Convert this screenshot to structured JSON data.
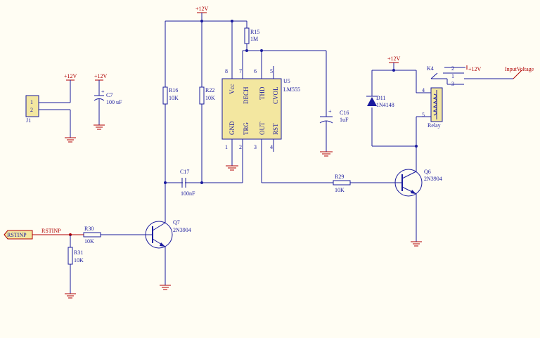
{
  "power": {
    "vcc_label": "+12V"
  },
  "connector_j1": {
    "ref": "J1",
    "pin1": "1",
    "pin2": "2"
  },
  "c7": {
    "ref": "C7",
    "value": "100 uF"
  },
  "r16": {
    "ref": "R16",
    "value": "10K"
  },
  "r22": {
    "ref": "R22",
    "value": "10K"
  },
  "r15": {
    "ref": "R15",
    "value": "1M"
  },
  "c16": {
    "ref": "C16",
    "value": "1uF"
  },
  "c17": {
    "ref": "C17",
    "value": "100nF"
  },
  "u5": {
    "ref": "U5",
    "value": "LM555",
    "pins_top": [
      {
        "num": "8",
        "label": "Vcc"
      },
      {
        "num": "7",
        "label": "DECH"
      },
      {
        "num": "6",
        "label": "THD"
      },
      {
        "num": "5",
        "label": "CVOL"
      }
    ],
    "pins_bottom": [
      {
        "num": "1",
        "label": "GND"
      },
      {
        "num": "2",
        "label": "TRG"
      },
      {
        "num": "3",
        "label": "OUT"
      },
      {
        "num": "4",
        "label": "RST"
      }
    ]
  },
  "r29": {
    "ref": "R29",
    "value": "10K"
  },
  "q6": {
    "ref": "Q6",
    "value": "2N3904"
  },
  "q7": {
    "ref": "Q7",
    "value": "2N3904"
  },
  "d11": {
    "ref": "D11",
    "value": "1N4148"
  },
  "k4": {
    "ref": "K4",
    "value": "Relay",
    "pin1": "1",
    "pin2": "2",
    "pin3": "3",
    "pin4": "4",
    "pin5": "5"
  },
  "input_voltage": {
    "label": "InputVoltage"
  },
  "rstinp": {
    "port": "RSTINP",
    "net": "RSTINP"
  },
  "r30": {
    "ref": "R30",
    "value": "10K"
  },
  "r31": {
    "ref": "R31",
    "value": "10K"
  }
}
